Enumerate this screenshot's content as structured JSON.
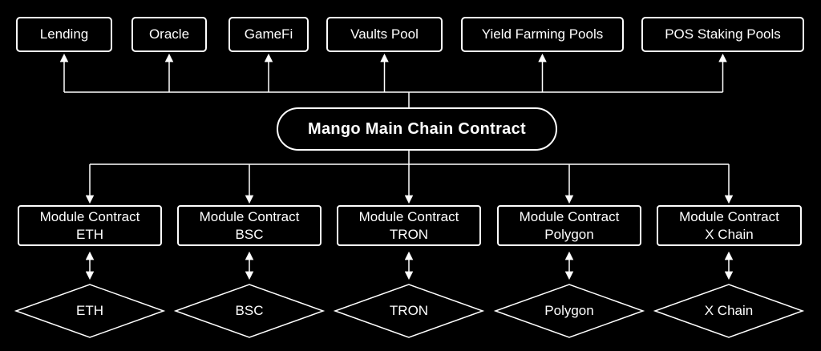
{
  "diagram": {
    "colors": {
      "background": "#000000",
      "line": "#ffffff",
      "text": "#ffffff"
    },
    "top_nodes": [
      {
        "label": "Lending"
      },
      {
        "label": "Oracle"
      },
      {
        "label": "GameFi"
      },
      {
        "label": "Vaults Pool"
      },
      {
        "label": "Yield Farming Pools"
      },
      {
        "label": "POS Staking Pools"
      }
    ],
    "main_node": {
      "label": "Mango Main Chain Contract"
    },
    "module_nodes": [
      {
        "line1": "Module Contract",
        "line2": "ETH"
      },
      {
        "line1": "Module Contract",
        "line2": "BSC"
      },
      {
        "line1": "Module Contract",
        "line2": "TRON"
      },
      {
        "line1": "Module Contract",
        "line2": "Polygon"
      },
      {
        "line1": "Module Contract",
        "line2": "X Chain"
      }
    ],
    "chain_nodes": [
      {
        "label": "ETH"
      },
      {
        "label": "BSC"
      },
      {
        "label": "TRON"
      },
      {
        "label": "Polygon"
      },
      {
        "label": "X Chain"
      }
    ]
  }
}
